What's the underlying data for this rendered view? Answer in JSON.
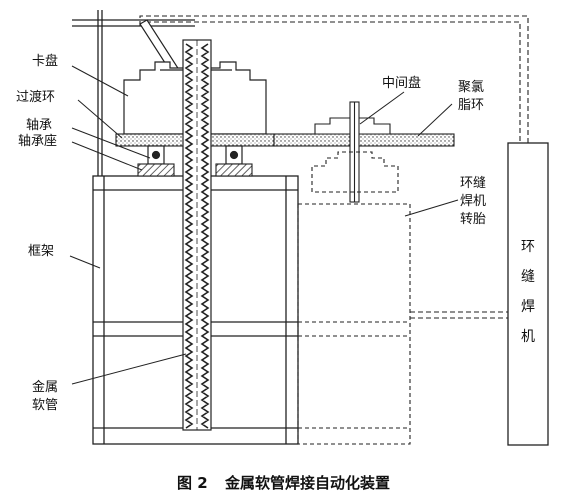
{
  "labels": {
    "kapan": "卡盘",
    "guoduhuan": "过渡环",
    "zhoucheng": "轴承",
    "zhouchengzuo": "轴承座",
    "kuangjia": "框架",
    "jinshu": "金属",
    "ruanguan": "软管",
    "zhongjianpan": "中间盘",
    "julv1": "聚氯",
    "julv2": "脂环",
    "taiwei1": "环缝",
    "taiwei2": "焊机",
    "taiwei3": "转胎",
    "welder": "环缝焊机"
  },
  "caption": {
    "fig": "图 2",
    "title": "金属软管焊接自动化装置"
  }
}
